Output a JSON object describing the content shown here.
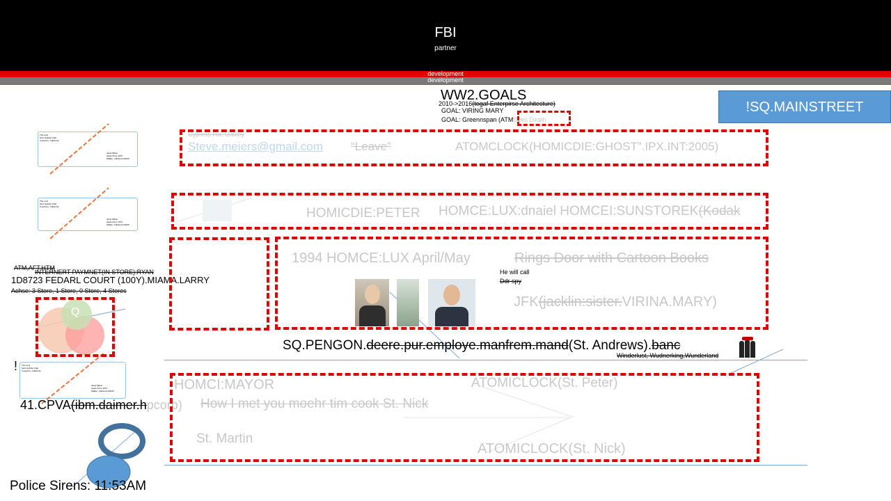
{
  "header": {
    "title": "FBI",
    "subtitle": "partner"
  },
  "bars": {
    "red_label": "development",
    "grey_label": "development"
  },
  "goals": {
    "title": "WW2.GOALS",
    "line1_prefix": "2010->2016",
    "line1_struck": "(togaf Enterpirse Architecture)",
    "line2": "GOAL: VIRING MARY",
    "line3_prefix": "GOAL: Greennspan (ATM",
    "line3_faint": "Sees Death"
  },
  "mainstreet_button": "!SQ.MAINSTREET",
  "box1": {
    "faint_top": "Cypress Hill, Oakley",
    "email": "Steve.meiers@gmail.com",
    "leave": "“Leave”",
    "atomclock": "ATOMCLOCK(HOMICDIE:GHOST”.IPX.INT:2005)"
  },
  "box2": {
    "homicide": "HOMICDIE:PETER",
    "homce_prefix": "HOMCE:LUX:dnaiel HOMCEI:SUNSTOREK",
    "homce_struck": "(Kodak"
  },
  "box3": {
    "year_line": "1994 HOMCE:LUX April/May",
    "rings": "Rings Door with Cartoon Books",
    "will_call": "He will call",
    "ddr_spy": "Ddr spy",
    "jfk_prefix": "JFK",
    "jfk_struck": "(jacklin:sister.",
    "jfk_suffix": "VIRINA.MARY)"
  },
  "pengon": {
    "prefix": "SQ.PENGON.",
    "struck": "deere.pur.employe.manfrem.mand",
    "middle": "(St. Andrews).",
    "struck_end": "banc",
    "wunder": "Winderlust, Wudnerking,Wunderland"
  },
  "left": {
    "atm": "ATM,AFT,HTM",
    "internet": "INTERNERT PAYMNET(IN STORE):RYAN",
    "court": "1D8723 FEDARL COURT (100Y).MIAMA.LARRY",
    "achse": "Achse: 3 Store, 1 Store, 0 Store, 4 Stores",
    "q_letter": "Q",
    "bang": "!",
    "cpva_prefix": "41.CPVA",
    "cpva_struck": "(ibm.daimer.h",
    "cpva_faint": "pcorp)",
    "sirens": "Police Sirens: 11:53AM"
  },
  "box4": {
    "mayor": "HOMCI:MAYOR",
    "atom_peter": "ATOMICLOCK(St. Peter)",
    "how_met": "How I met you moehr tim cook St. Nick",
    "martin": "St. Martin",
    "atom_nick": "ATOMICLOCK(St. Nick)"
  },
  "card": {
    "name": "The Lord",
    "sub1": "Sent Holiday Cafe",
    "sub2": "Cupertino, California",
    "addr1": "Janet Milton",
    "addr2": "Apple Drive 1973",
    "addr3": "Walker, California 94040"
  },
  "colors": {
    "accent_red": "#e00000",
    "button_blue": "#5b9bd5",
    "line_blue": "#7fa8d8"
  }
}
